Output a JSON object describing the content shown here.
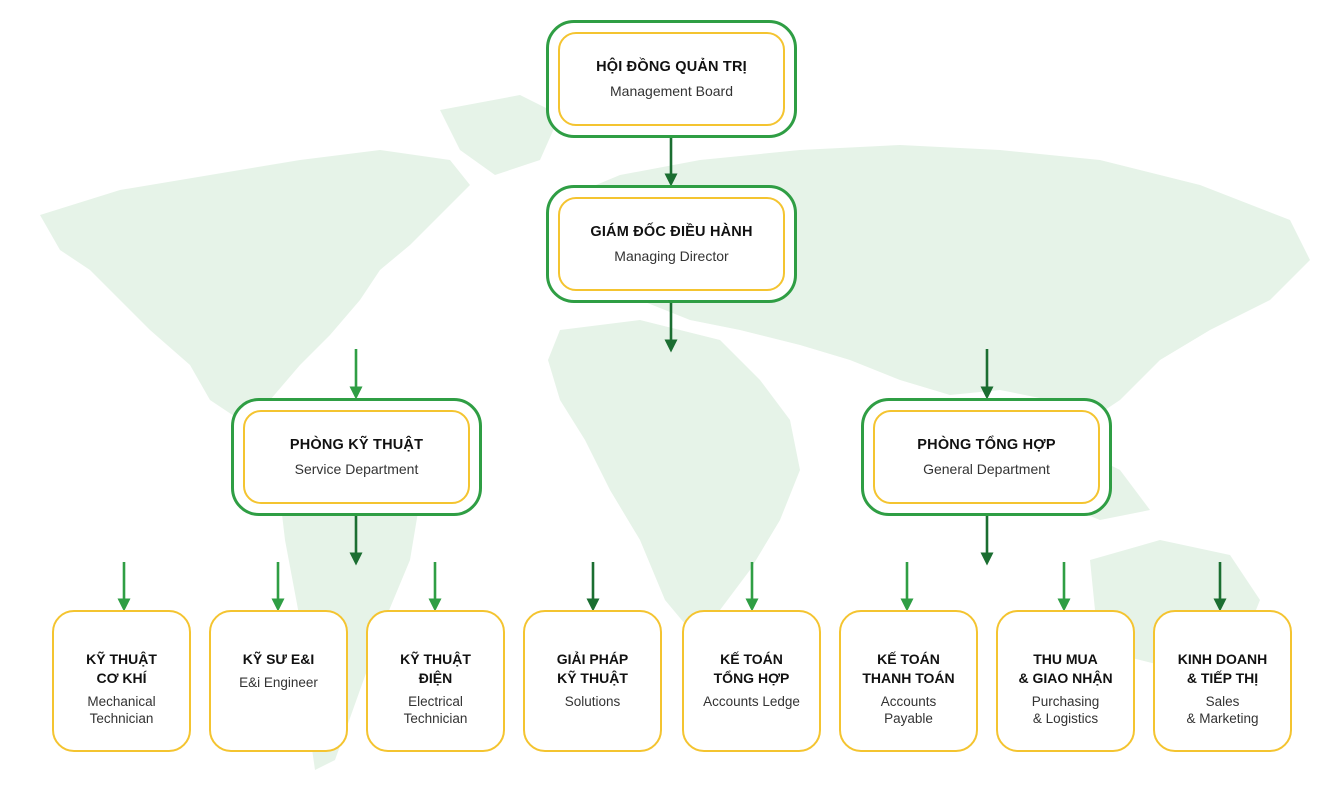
{
  "nodes": {
    "board": {
      "title": "HỘI ĐỒNG QUẢN TRỊ",
      "subtitle": "Management Board"
    },
    "director": {
      "title": "GIÁM ĐỐC ĐIỀU HÀNH",
      "subtitle": "Managing Director"
    },
    "service": {
      "title": "PHÒNG KỸ THUẬT",
      "subtitle": "Service Department"
    },
    "general": {
      "title": "PHÒNG TỔNG HỢP",
      "subtitle": "General Department"
    }
  },
  "leaves": [
    {
      "title": "KỸ THUẬT\nCƠ KHÍ",
      "subtitle": "Mechanical\nTechnician"
    },
    {
      "title": "KỸ SƯ E&I",
      "subtitle": "E&i Engineer"
    },
    {
      "title": "KỸ THUẬT\nĐIỆN",
      "subtitle": "Electrical\nTechnician"
    },
    {
      "title": "GIẢI PHÁP\nKỸ THUẬT",
      "subtitle": "Solutions"
    },
    {
      "title": "KẾ TOÁN\nTỔNG HỢP",
      "subtitle": "Accounts Ledge"
    },
    {
      "title": "KẾ TOÁN\nTHANH TOÁN",
      "subtitle": "Accounts\nPayable"
    },
    {
      "title": "THU MUA\n& GIAO NHẬN",
      "subtitle": "Purchasing\n& Logistics"
    },
    {
      "title": "KINH DOANH\n& TIẾP THỊ",
      "subtitle": "Sales\n& Marketing"
    }
  ],
  "colors": {
    "green": "#2f9e44",
    "dark_green": "#1b6e31",
    "yellow": "#f4c430",
    "map": "#e3f2e6"
  }
}
